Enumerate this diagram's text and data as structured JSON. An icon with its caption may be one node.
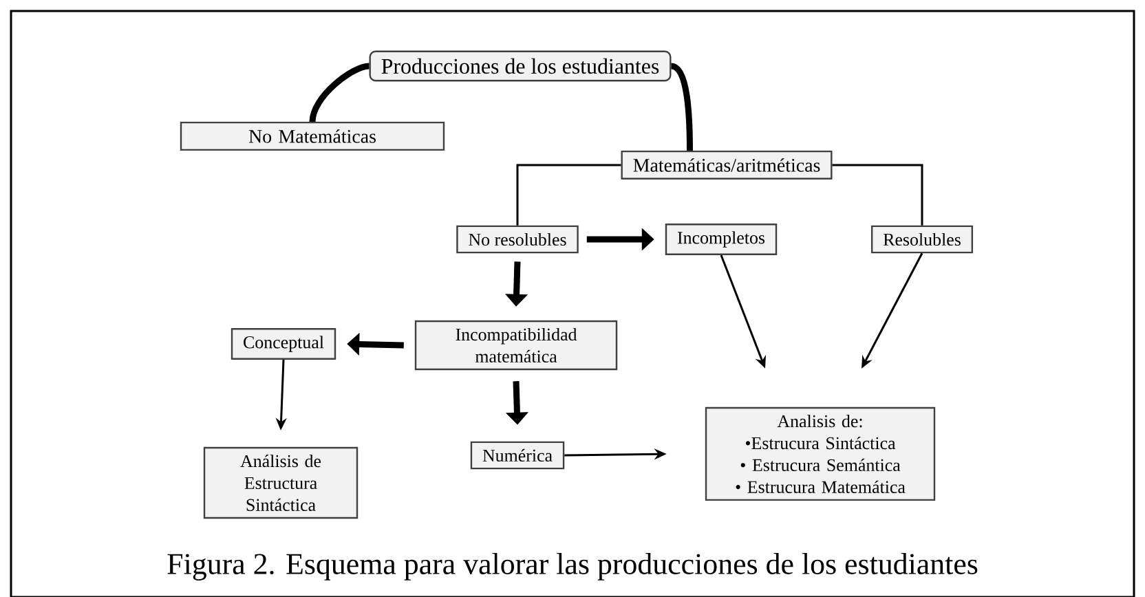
{
  "diagram": {
    "caption": "Figura 2. Esquema para valorar las producciones de los estudiantes",
    "nodes": [
      {
        "text": [
          "Producciones de los estudiantes"
        ]
      },
      {
        "text": [
          "No Matemáticas"
        ]
      },
      {
        "text": [
          "Matemáticas/aritméticas"
        ]
      },
      {
        "text": [
          "No resolubles"
        ]
      },
      {
        "text": [
          "Incompletos"
        ]
      },
      {
        "text": [
          "Resolubles"
        ]
      },
      {
        "text": [
          "Incompatibilidad matemática"
        ]
      },
      {
        "text": [
          "Conceptual"
        ]
      },
      {
        "text": [
          "Análisis de Estructura Sintáctica"
        ]
      },
      {
        "text": [
          "Numérica"
        ]
      },
      {
        "text": [
          "Analisis de:",
          "•Estrucura Sintáctica",
          "• Estrucura Semántica",
          "• Estrucura Matemática"
        ]
      }
    ],
    "edges": [
      {
        "from": 0,
        "to": 1,
        "arrow": "none",
        "style": "thick"
      },
      {
        "from": 0,
        "to": 2,
        "arrow": "none",
        "style": "thick"
      },
      {
        "from": 2,
        "to": 3,
        "arrow": "none"
      },
      {
        "from": 2,
        "to": 5,
        "arrow": "none"
      },
      {
        "from": 3,
        "to": 4,
        "arrow": "to",
        "style": "thick"
      },
      {
        "from": 3,
        "to": 6,
        "arrow": "to",
        "style": "thick"
      },
      {
        "from": 6,
        "to": 7,
        "arrow": "to",
        "style": "thick"
      },
      {
        "from": 6,
        "to": 9,
        "arrow": "to",
        "style": "thick"
      },
      {
        "from": 4,
        "to": 10,
        "arrow": "to"
      },
      {
        "from": 5,
        "to": 10,
        "arrow": "to"
      },
      {
        "from": 7,
        "to": 8,
        "arrow": "to"
      },
      {
        "from": 9,
        "to": 10,
        "arrow": "to"
      }
    ]
  }
}
